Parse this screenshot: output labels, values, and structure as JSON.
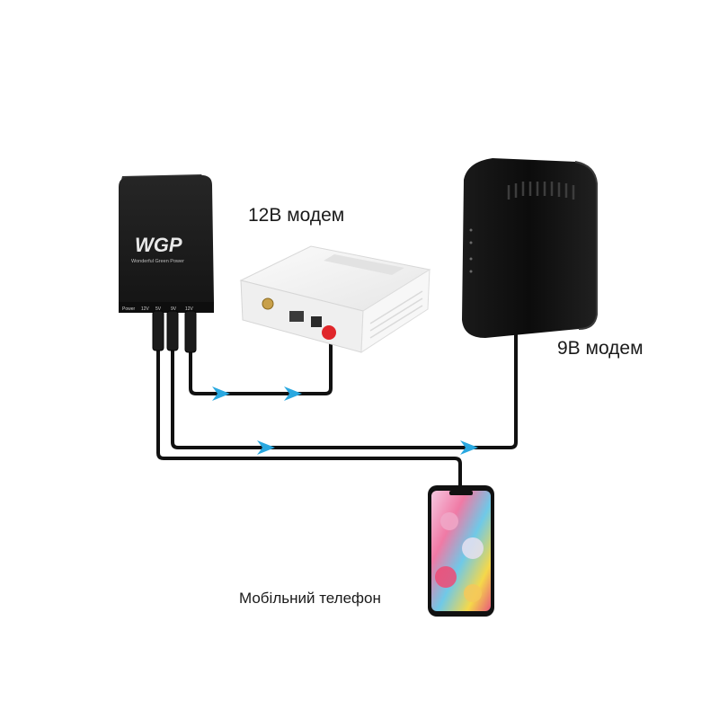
{
  "labels": {
    "modem_12v": "12В модем",
    "modem_9v": "9В модем",
    "phone": "Мобільний телефон"
  },
  "ups": {
    "brand": "WGP",
    "tagline": "Wonderful Green Power",
    "ports": [
      "Power",
      "12V",
      "5V",
      "9V",
      "12V"
    ]
  },
  "colors": {
    "cable": "#111111",
    "arrow": "#29a8e0",
    "ups_body": "#1c1c1c",
    "modem_12v_body": "#f2f2f2",
    "modem_9v_body": "#141414",
    "power_button": "#e0262a"
  }
}
